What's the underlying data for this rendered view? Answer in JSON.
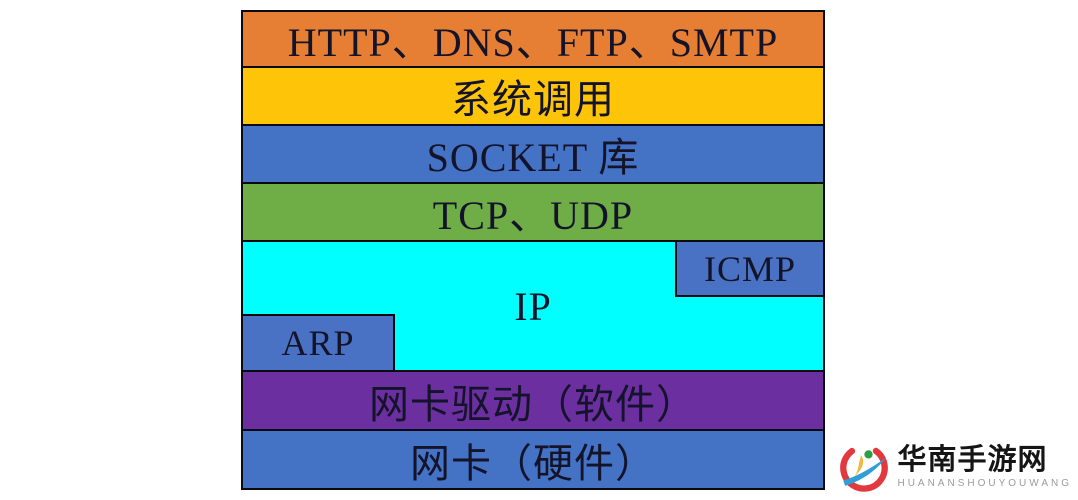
{
  "page": {
    "background": "#ffffff",
    "border_color": "#0a0a12",
    "text_color": "#13132a"
  },
  "diagram": {
    "layers": [
      {
        "id": "application",
        "label": "HTTP、DNS、FTP、SMTP",
        "color": "#e67e33"
      },
      {
        "id": "system-call",
        "label": "系统调用",
        "color": "#fec408"
      },
      {
        "id": "socket-lib",
        "label": "SOCKET 库",
        "color": "#4472c4"
      },
      {
        "id": "transport",
        "label": "TCP、UDP",
        "color": "#6fad47"
      },
      {
        "id": "network",
        "label": "IP",
        "color": "#00ffff",
        "boxes": [
          {
            "id": "icmp",
            "label": "ICMP",
            "color": "#4a72c4"
          },
          {
            "id": "arp",
            "label": "ARP",
            "color": "#4a72c4"
          }
        ]
      },
      {
        "id": "nic-driver",
        "label": "网卡驱动（软件）",
        "color": "#6c2fa0"
      },
      {
        "id": "nic-hw",
        "label": "网卡（硬件）",
        "color": "#4472c4"
      }
    ]
  },
  "watermark": {
    "title": "华南手游网",
    "subtitle": "HUANANSHOUYOUWANG",
    "logo": {
      "icon": "huanan-logo-icon",
      "red": "#e1393d",
      "blue": "#2f9fd8",
      "yellow": "#f6b53c",
      "green": "#2e9e44"
    }
  }
}
